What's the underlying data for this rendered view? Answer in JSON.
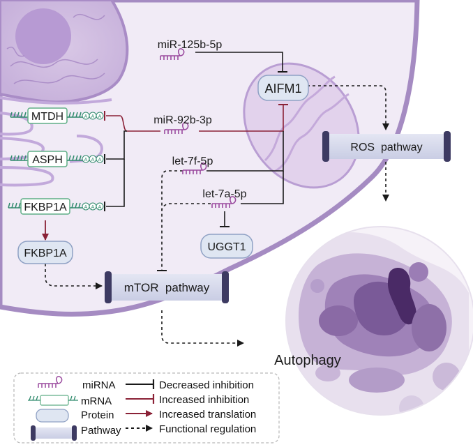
{
  "nodes": {
    "mir125b": "miR-125b-5p",
    "mir92b": "miR-92b-3p",
    "let7f": "let-7f-5p",
    "let7a": "let-7a-5p",
    "aifm1": "AIFM1",
    "ros": "ROS  pathway",
    "mtor": "mTOR  pathway",
    "mtdh": "MTDH",
    "asph": "ASPH",
    "fkbp1a_mrna": "FKBP1A",
    "fkbp1a_protein": "FKBP1A",
    "uggt1": "UGGT1",
    "polya": "A",
    "autophagy": "Autophagy"
  },
  "legend": {
    "mirna": "miRNA",
    "mrna": "mRNA",
    "protein": "Protein",
    "pathway": "Pathway",
    "decreased": "Decreased inhibition",
    "increased": "Increased inhibition",
    "translation": "Increased translation",
    "functional": "Functional regulation"
  },
  "colors": {
    "black_edge": "#1a1a1a",
    "red_edge": "#8a2136",
    "mirna": "#9a4a9e",
    "mrna_strand": "#2f8a6c",
    "mrna_box": "#5fae86",
    "protein_fill": "#dfe6f2",
    "protein_stroke": "#8fa1c4",
    "pathway_dark": "#3d3a62",
    "pathway_fill": "#d6d9ec",
    "cell_fill": "#f0ebf5",
    "cell_stroke": "#9f85bd"
  }
}
